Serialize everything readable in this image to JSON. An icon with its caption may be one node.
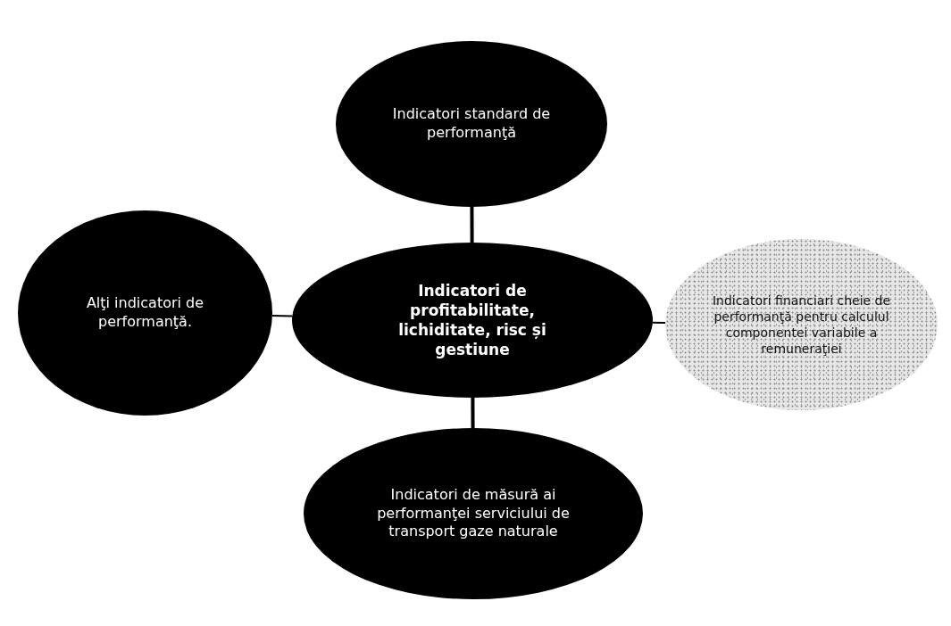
{
  "diagram": {
    "nodes": [
      {
        "text": [
          "Indicatori standard de performanţă"
        ]
      },
      {
        "text": [
          "Alţi indicatori de performanţă."
        ]
      },
      {
        "text": [
          "Indicatori de profitabilitate, lichiditate, risc și gestiune"
        ]
      },
      {
        "text": [
          "Indicatori financiari cheie de performanţă pentru calculul componentei variabile a remuneraţiei"
        ]
      },
      {
        "text": [
          "Indicatori de măsură ai performanţei serviciului de transport gaze naturale"
        ]
      }
    ],
    "edges": [
      {
        "from": 2,
        "to": 0,
        "arrow": "none",
        "style": "thick"
      },
      {
        "from": 2,
        "to": 1,
        "arrow": "none"
      },
      {
        "from": 2,
        "to": 3,
        "arrow": "none"
      },
      {
        "from": 2,
        "to": 4,
        "arrow": "none",
        "style": "thick"
      }
    ]
  }
}
